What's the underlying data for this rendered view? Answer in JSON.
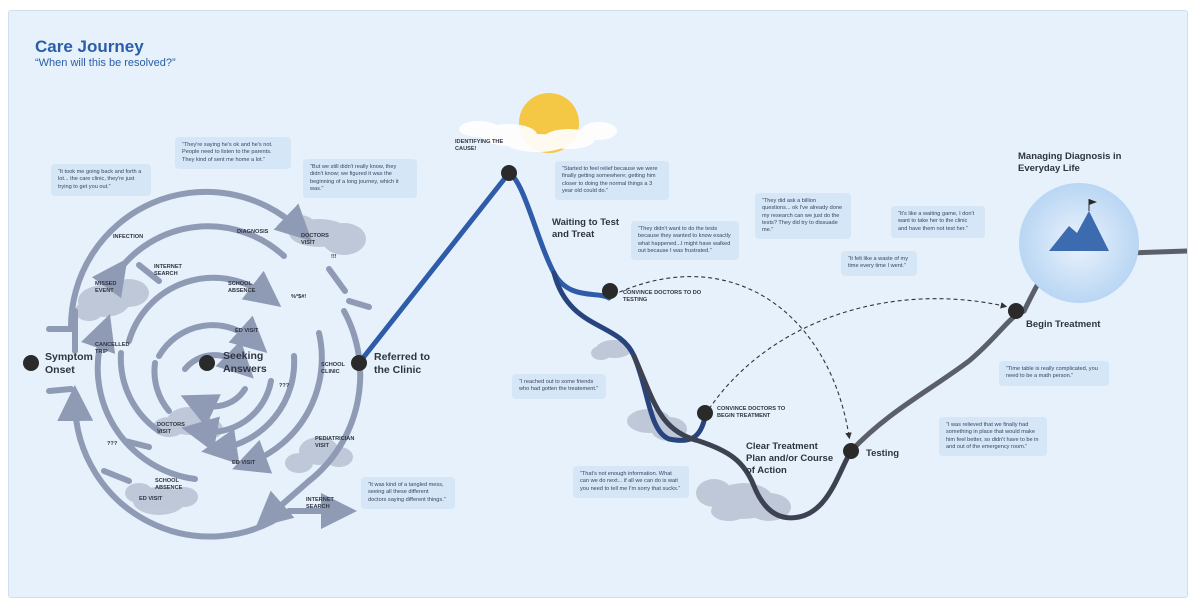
{
  "header": {
    "title": "Care Journey",
    "subtitle": "“When will this be resolved?”"
  },
  "stages": {
    "symptom_onset": "Symptom Onset",
    "seeking_answers": "Seeking Answers",
    "referred": "Referred to the Clinic",
    "identifying": "IDENTIFYING THE CAUSE!",
    "waiting": "Waiting to Test and Treat",
    "convince_testing": "CONVINCE DOCTORS TO DO TESTING",
    "convince_treatment": "CONVINCE DOCTORS TO BEGIN TREATMENT",
    "clear_plan": "Clear Treatment Plan and/or Course of Action",
    "testing": "Testing",
    "begin_treatment": "Begin Treatment",
    "managing": "Managing Diagnosis in Everyday Life"
  },
  "maze_labels": {
    "infection": "INFECTION",
    "diagnosis": "DIAGNOSIS",
    "doctors_visit_top": "DOCTORS VISIT",
    "exclaim": "!!!",
    "internet_search_top": "INTERNET SEARCH",
    "missed_event": "MISSED EVENT",
    "school_absence_inner": "SCHOOL ABSENCE",
    "symbols": "%*$#!",
    "ed_visit_inner": "ED VISIT",
    "cancelled_trip": "CANCELLED TRIP",
    "school_clinic": "SCHOOL CLINIC",
    "question_right": "???",
    "doctors_visit_bottom": "DOCTORS VISIT",
    "ed_visit_mid": "ED VISIT",
    "pediatrician_visit": "PEDIATRICIAN VISIT",
    "question_left": "???",
    "school_absence_bottom": "SCHOOL ABSENCE",
    "ed_visit_bottom": "ED VISIT",
    "internet_search_bottom": "INTERNET SEARCH"
  },
  "quotes": {
    "q1": "“It took me going back and forth a lot... the care clinic, they're just trying to get you out.”",
    "q2": "“They're saying he's ok and he's not. People need to listen to the parents. They kind of sent me home a lot.”",
    "q3": "“But we still didn't really know, they didn't know; we figured it was the beginning of a long journey, which it was.”",
    "q4": "“It was kind of a tangled mess, seeing all these different doctors saying different things.”",
    "q5": "“Started to feel relief because we were finally getting somewhere; getting him closer to doing the normal things a 3 year old could do.”",
    "q6": "“They didn't want to do the tests because they wanted to know exactly what happened...I might have walked out because I was frustrated.”",
    "q7": "“They did ask a billion questions... ok I've already done my research can we just do the tests? They did try to dissuade me.”",
    "q8": "“It's like a waiting game, I don't want to take her to the clinic and have them not test her.”",
    "q9": "“It felt like a waste of my time every time I went.”",
    "q10": "“I reached out to some friends who had gotten the treatement.”",
    "q11": "“That's not enough information. What can we do next... if all we can do is wait you need to tell me I'm sorry that sucks.”",
    "q12": "“Time table is really complicated, you need to be a math person.”",
    "q13": "“I was relieved that we finally had something in place that would make him feel better, so didn't have to be in and out of the emergency room.”"
  },
  "colors": {
    "background": "#e6f1fb",
    "title": "#2a5ea8",
    "maze": "#8f9ab5",
    "path_blue": "#2f5ca8",
    "path_dark": "#3d4252",
    "node": "#2a2a2a",
    "quote_bg": "#d5e6f7",
    "sun": "#f4c744"
  }
}
